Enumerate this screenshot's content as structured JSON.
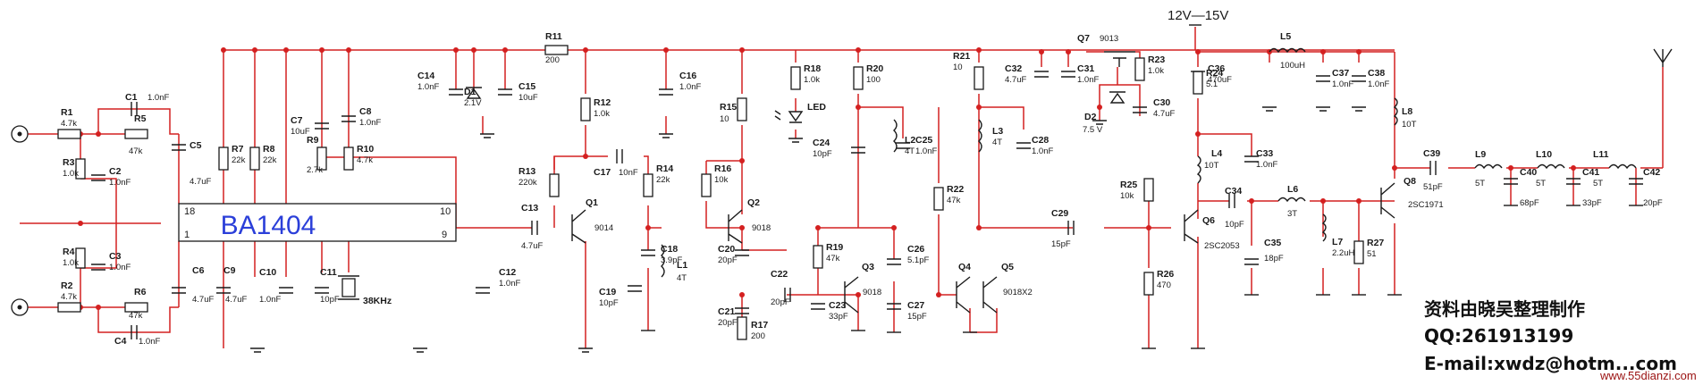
{
  "supply": "12V—15V",
  "ic": {
    "name": "BA1404",
    "pins": [
      "18",
      "10",
      "1",
      "9"
    ]
  },
  "crystal": "38KHz",
  "parts": [
    {
      "ref": "R1",
      "value": "4.7k"
    },
    {
      "ref": "R2",
      "value": "4.7k"
    },
    {
      "ref": "R3",
      "value": "1.0k"
    },
    {
      "ref": "R4",
      "value": "1.0k"
    },
    {
      "ref": "R5",
      "value": "47k"
    },
    {
      "ref": "R6",
      "value": "47k"
    },
    {
      "ref": "R7",
      "value": "22k"
    },
    {
      "ref": "R8",
      "value": "22k"
    },
    {
      "ref": "R9",
      "value": "2.7k"
    },
    {
      "ref": "R10",
      "value": "4.7k"
    },
    {
      "ref": "R11",
      "value": "200"
    },
    {
      "ref": "R12",
      "value": "1.0k"
    },
    {
      "ref": "R13",
      "value": "220k"
    },
    {
      "ref": "R14",
      "value": "22k"
    },
    {
      "ref": "R15",
      "value": "10"
    },
    {
      "ref": "R16",
      "value": "10k"
    },
    {
      "ref": "R17",
      "value": "200"
    },
    {
      "ref": "R18",
      "value": "1.0k"
    },
    {
      "ref": "R19",
      "value": "47k"
    },
    {
      "ref": "R20",
      "value": "100"
    },
    {
      "ref": "R21",
      "value": "10"
    },
    {
      "ref": "R22",
      "value": "47k"
    },
    {
      "ref": "R23",
      "value": "1.0k"
    },
    {
      "ref": "R24",
      "value": "5.1"
    },
    {
      "ref": "R25",
      "value": "10k"
    },
    {
      "ref": "R26",
      "value": "470"
    },
    {
      "ref": "R27",
      "value": "51"
    },
    {
      "ref": "C1",
      "value": "1.0nF"
    },
    {
      "ref": "C2",
      "value": "1.0nF"
    },
    {
      "ref": "C3",
      "value": "1.0nF"
    },
    {
      "ref": "C4",
      "value": "1.0nF"
    },
    {
      "ref": "C5",
      "value": "4.7uF"
    },
    {
      "ref": "C6",
      "value": "4.7uF"
    },
    {
      "ref": "C7",
      "value": "10uF"
    },
    {
      "ref": "C8",
      "value": "1.0nF"
    },
    {
      "ref": "C9",
      "value": "4.7uF"
    },
    {
      "ref": "C10",
      "value": "1.0nF"
    },
    {
      "ref": "C11",
      "value": "10pF"
    },
    {
      "ref": "C12",
      "value": "1.0nF"
    },
    {
      "ref": "C13",
      "value": "4.7uF"
    },
    {
      "ref": "C14",
      "value": "1.0nF"
    },
    {
      "ref": "C15",
      "value": "10uF"
    },
    {
      "ref": "C16",
      "value": "1.0nF"
    },
    {
      "ref": "C17",
      "value": "10nF"
    },
    {
      "ref": "C18",
      "value": "3.9pF"
    },
    {
      "ref": "C19",
      "value": "10pF"
    },
    {
      "ref": "C20",
      "value": "20pF"
    },
    {
      "ref": "C21",
      "value": "20pF"
    },
    {
      "ref": "C22",
      "value": "20pF"
    },
    {
      "ref": "C23",
      "value": "33pF"
    },
    {
      "ref": "C24",
      "value": "10pF"
    },
    {
      "ref": "C25",
      "value": "1.0nF"
    },
    {
      "ref": "C26",
      "value": "5.1pF"
    },
    {
      "ref": "C27",
      "value": "15pF"
    },
    {
      "ref": "C28",
      "value": "1.0nF"
    },
    {
      "ref": "C29",
      "value": "15pF"
    },
    {
      "ref": "C30",
      "value": "4.7uF"
    },
    {
      "ref": "C31",
      "value": "1.0nF"
    },
    {
      "ref": "C32",
      "value": "4.7uF"
    },
    {
      "ref": "C33",
      "value": "1.0nF"
    },
    {
      "ref": "C34",
      "value": "10pF"
    },
    {
      "ref": "C35",
      "value": "18pF"
    },
    {
      "ref": "C36",
      "value": "470uF"
    },
    {
      "ref": "C37",
      "value": "1.0nF"
    },
    {
      "ref": "C38",
      "value": "1.0nF"
    },
    {
      "ref": "C39",
      "value": "51pF"
    },
    {
      "ref": "C40",
      "value": "68pF"
    },
    {
      "ref": "C41",
      "value": "33pF"
    },
    {
      "ref": "C42",
      "value": "20pF"
    },
    {
      "ref": "L1",
      "value": "4T"
    },
    {
      "ref": "L2",
      "value": "4T"
    },
    {
      "ref": "L3",
      "value": "4T"
    },
    {
      "ref": "L4",
      "value": "10T"
    },
    {
      "ref": "L5",
      "value": "100uH"
    },
    {
      "ref": "L6",
      "value": "3T"
    },
    {
      "ref": "L7",
      "value": "2.2uH"
    },
    {
      "ref": "L8",
      "value": "10T"
    },
    {
      "ref": "L9",
      "value": "5T"
    },
    {
      "ref": "L10",
      "value": "5T"
    },
    {
      "ref": "L11",
      "value": "5T"
    },
    {
      "ref": "Q1",
      "value": "9014"
    },
    {
      "ref": "Q2",
      "value": "9018"
    },
    {
      "ref": "Q3",
      "value": "9018"
    },
    {
      "ref": "Q4",
      "value": ""
    },
    {
      "ref": "Q5",
      "value": "9018X2"
    },
    {
      "ref": "Q6",
      "value": "2SC2053"
    },
    {
      "ref": "Q7",
      "value": "9013"
    },
    {
      "ref": "Q8",
      "value": "2SC1971"
    },
    {
      "ref": "D1",
      "value": "2.1V"
    },
    {
      "ref": "D2",
      "value": "7.5 V"
    },
    {
      "ref": "LED",
      "value": ""
    }
  ],
  "credit": {
    "line1": "资料由晓吴整理制作",
    "line2": "QQ:261913199",
    "line3": "E-mail:xwdz@hotm...com"
  },
  "watermark": "www.55dianzi.com"
}
